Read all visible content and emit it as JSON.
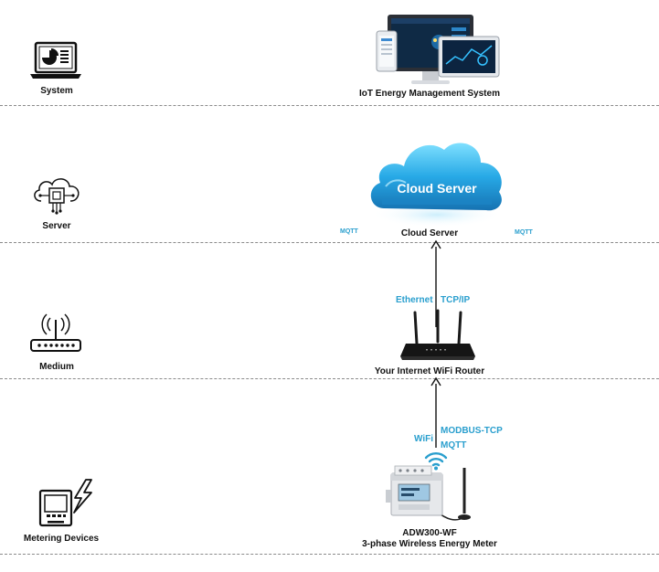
{
  "layers": [
    {
      "key": "system",
      "label": "System",
      "icon": "laptop-pie-chart-icon"
    },
    {
      "key": "server",
      "label": "Server",
      "icon": "cloud-chip-icon"
    },
    {
      "key": "medium",
      "label": "Medium",
      "icon": "router-icon"
    },
    {
      "key": "metering",
      "label": "Metering Devices",
      "icon": "meter-lightning-icon"
    }
  ],
  "nodes": {
    "ems": {
      "label": "IoT Energy Management System",
      "icon": "monitor-tablet-dashboard-icon"
    },
    "cloud": {
      "label": "Cloud Server",
      "cloud_text": "Cloud Server",
      "icon": "cloud-icon"
    },
    "router": {
      "label": "Your Internet WiFi Router",
      "icon": "wifi-router-icon"
    },
    "meter": {
      "label_line1": "ADW300-WF",
      "label_line2": "3-phase Wireless Energy Meter",
      "icon": "energy-meter-icon"
    }
  },
  "protocols": {
    "mqtt_left": "MQTT",
    "mqtt_right": "MQTT",
    "ethernet": "Ethernet",
    "tcpip": "TCP/IP",
    "wifi": "WiFi",
    "modbus_tcp": "MODBUS-TCP",
    "mqtt_meter": "MQTT"
  },
  "colors": {
    "accent": "#2a9fce",
    "cloud_top": "#63d0f5",
    "cloud_bottom": "#1778b8",
    "divider": "#8a8a8a",
    "text": "#111111"
  }
}
